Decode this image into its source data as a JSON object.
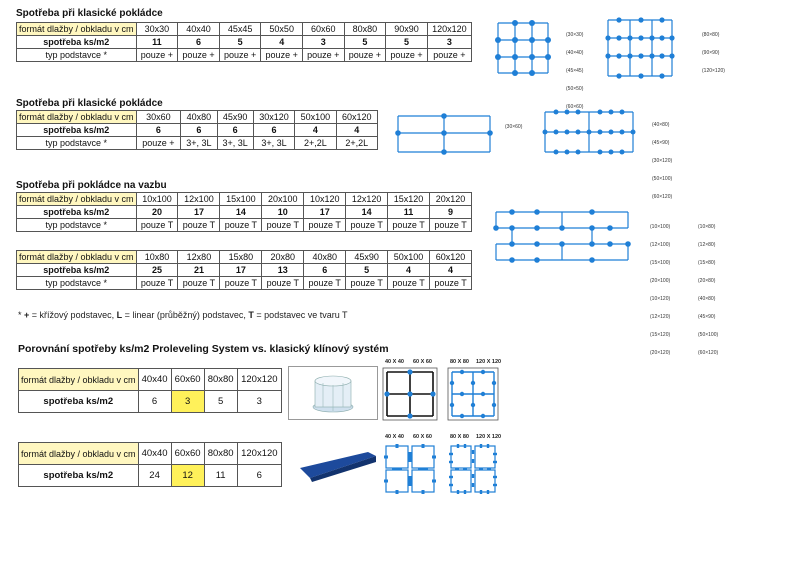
{
  "section1": {
    "title": "Spotřeba při klasické pokládce",
    "head": "formát dlažby / obkladu v cm",
    "cols": [
      "30x30",
      "40x40",
      "45x45",
      "50x50",
      "60x60",
      "80x80",
      "90x90",
      "120x120"
    ],
    "row_label": "spotřeba ks/m2",
    "values": [
      "11",
      "6",
      "5",
      "4",
      "3",
      "5",
      "5",
      "3"
    ],
    "type_label": "typ podstavce *",
    "types": [
      "pouze +",
      "pouze +",
      "pouze +",
      "pouze +",
      "pouze +",
      "pouze +",
      "pouze +",
      "pouze +"
    ],
    "legend_a": [
      "(30×30)",
      "(40×40)",
      "(45×45)",
      "(50×50)",
      "(60×60)"
    ],
    "legend_b": [
      "(80×80)",
      "(90×90)",
      "(120×120)"
    ]
  },
  "section2": {
    "title": "Spotřeba při klasické pokládce",
    "head": "formát dlažby / obkladu v cm",
    "cols": [
      "30x60",
      "40x80",
      "45x90",
      "30x120",
      "50x100",
      "60x120"
    ],
    "row_label": "spotřeba ks/m2",
    "values": [
      "6",
      "6",
      "6",
      "6",
      "4",
      "4"
    ],
    "type_label": "typ podstavce *",
    "types": [
      "pouze +",
      "3+, 3L",
      "3+, 3L",
      "3+, 3L",
      "2+,2L",
      "2+,2L"
    ],
    "legend_a": [
      "(30×60)"
    ],
    "legend_b": [
      "(40×80)",
      "(45×90)",
      "(30×120)",
      "(50×100)",
      "(60×120)"
    ]
  },
  "section3": {
    "title": "Spotřeba při pokládce na vazbu",
    "head": "formát dlažby / obkladu v cm",
    "row_label": "spotřeba ks/m2",
    "type_label": "typ podstavce *",
    "table_a": {
      "cols": [
        "10x100",
        "12x100",
        "15x100",
        "20x100",
        "10x120",
        "12x120",
        "15x120",
        "20x120"
      ],
      "values": [
        "20",
        "17",
        "14",
        "10",
        "17",
        "14",
        "11",
        "9"
      ],
      "types": [
        "pouze T",
        "pouze T",
        "pouze T",
        "pouze T",
        "pouze T",
        "pouze T",
        "pouze T",
        "pouze T"
      ]
    },
    "table_b": {
      "cols": [
        "10x80",
        "12x80",
        "15x80",
        "20x80",
        "40x80",
        "45x90",
        "50x100",
        "60x120"
      ],
      "values": [
        "25",
        "21",
        "17",
        "13",
        "6",
        "5",
        "4",
        "4"
      ],
      "types": [
        "pouze T",
        "pouze T",
        "pouze T",
        "pouze T",
        "pouze T",
        "pouze T",
        "pouze T",
        "pouze T"
      ]
    },
    "legend_a": [
      "(10×100)",
      "(12×100)",
      "(15×100)",
      "(20×100)",
      "(10×120)",
      "(12×120)",
      "(15×120)",
      "(20×120)"
    ],
    "legend_b": [
      "(10×80)",
      "(12×80)",
      "(15×80)",
      "(20×80)",
      "(40×80)",
      "(45×90)",
      "(50×100)",
      "(60×120)"
    ]
  },
  "footnote": {
    "star": "*",
    "plus": "+",
    "plus_text": " = křížový podstavec, ",
    "l": "L",
    "l_text": " = linear (průběžný) podstavec, ",
    "t": "T",
    "t_text": " = podstavec ve tvaru T"
  },
  "comparison": {
    "title": "Porovnání spotřeby ks/m2 Proleveling System vs. klasický klínový systém",
    "head": "formát dlažby / obkladu v cm",
    "row_label": "spotřeba ks/m2",
    "cols": [
      "40x40",
      "60x60",
      "80x80",
      "120x120"
    ],
    "proleveling_values": [
      "6",
      "3",
      "5",
      "3"
    ],
    "wedge_values": [
      "24",
      "12",
      "11",
      "6"
    ],
    "label_a": "40 X 40",
    "label_b": "60 X 60",
    "label_c": "80 X 80",
    "label_d": "120 X 120",
    "highlight_color": "#fff15a"
  },
  "colors": {
    "accent": "#1f7fd6",
    "header_bg": "#fff7c0"
  }
}
